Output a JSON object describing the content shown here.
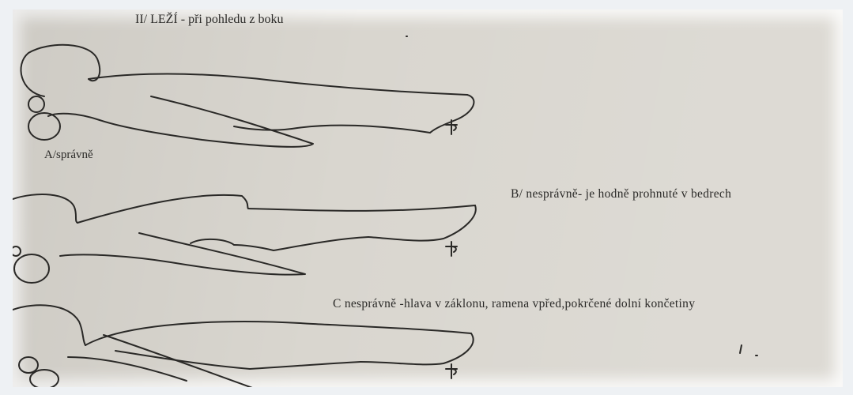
{
  "title": "II/ LEŽÍ - při pohledu z boku",
  "figures": [
    {
      "caption": "A/správně"
    },
    {
      "caption": "B/ nesprávně- je hodně prohnuté v bedrech"
    },
    {
      "caption": "C  nesprávně -hlava v záklonu, ramena vpřed,pokrčené dolní končetiny"
    }
  ]
}
